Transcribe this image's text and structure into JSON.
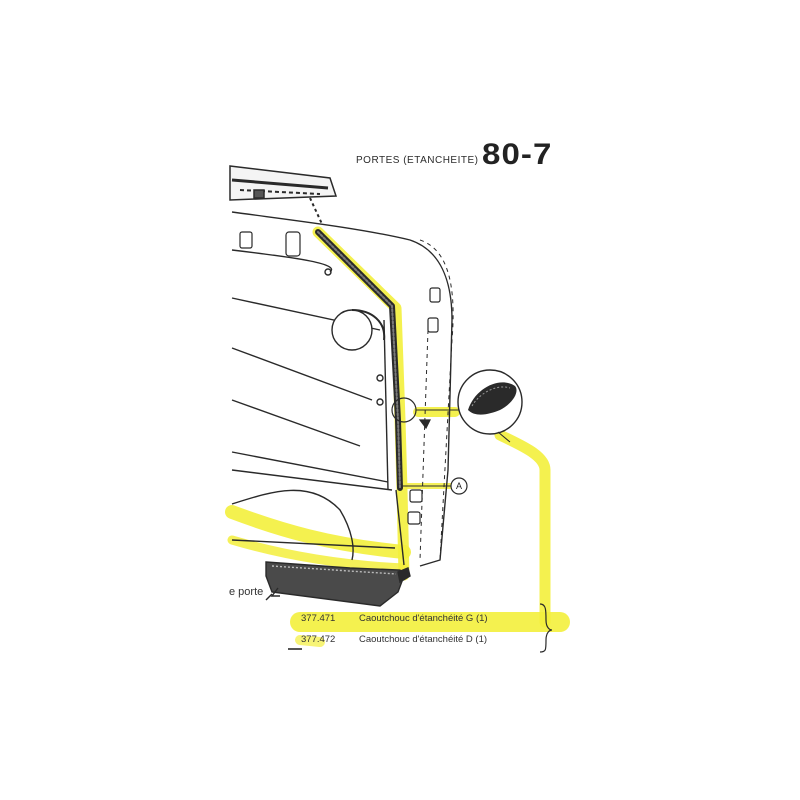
{
  "header": {
    "title": "PORTES (ETANCHEITE)",
    "page_code": "80-7"
  },
  "callout": {
    "label": "A"
  },
  "partial_label": "e porte",
  "parts": [
    {
      "number": "377.471",
      "description": "Caoutchouc d'étanchéité G (1)"
    },
    {
      "number": "377.472",
      "description": "Caoutchouc d'étanchéité D (1)"
    }
  ],
  "colors": {
    "highlight": "#f3ef3c",
    "ink": "#2a2a2a",
    "paper": "#ffffff"
  },
  "icons": [
    "detail-magnifier-icon",
    "seal-strip-icon"
  ]
}
